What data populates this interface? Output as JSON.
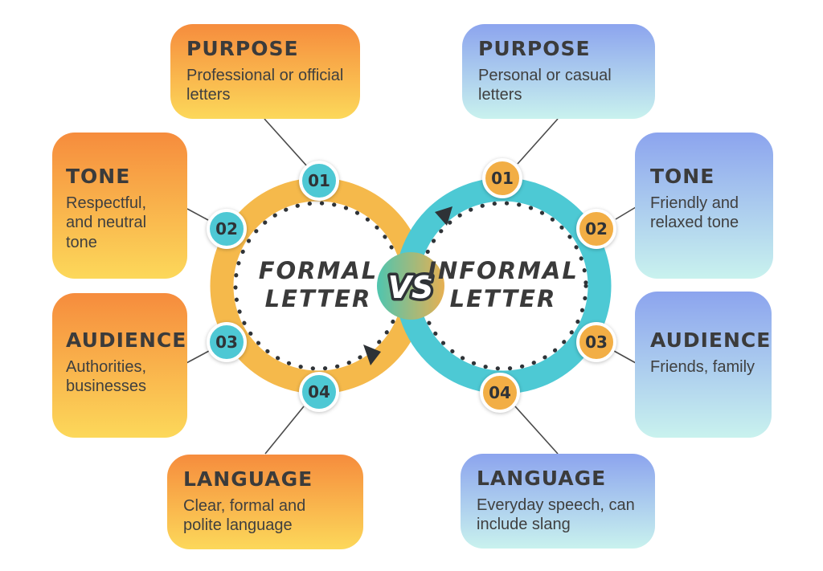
{
  "page": {
    "background": "#ffffff"
  },
  "center": {
    "vs_label": "VS",
    "left_circle": {
      "line1": "FORMAL",
      "line2": "LETTER",
      "ring_color": "#f5b94b"
    },
    "right_circle": {
      "line1": "INFORMAL",
      "line2": "LETTER",
      "ring_color": "#4dc9d4"
    },
    "vs_gradient": {
      "left": "#4fc5af",
      "right": "#e6b052"
    }
  },
  "left_column": {
    "theme": "formal-letter",
    "card_gradient_top": "#f68c3d",
    "card_gradient_bottom": "#fcd85a",
    "badge_color": "#4ec8d4",
    "cards": [
      {
        "number": "01",
        "title": "PURPOSE",
        "body": "Professional or official letters"
      },
      {
        "number": "02",
        "title": "TONE",
        "body": "Respectful, and neutral tone"
      },
      {
        "number": "03",
        "title": "AUDIENCE",
        "body": "Authorities, businesses"
      },
      {
        "number": "04",
        "title": "LANGUAGE",
        "body": "Clear, formal and polite language"
      }
    ]
  },
  "right_column": {
    "theme": "informal-letter",
    "card_gradient_top": "#8ca4ee",
    "card_gradient_bottom": "#c9f2ee",
    "badge_color": "#f2ae45",
    "cards": [
      {
        "number": "01",
        "title": "PURPOSE",
        "body": "Personal or casual letters"
      },
      {
        "number": "02",
        "title": "TONE",
        "body": "Friendly and relaxed tone"
      },
      {
        "number": "03",
        "title": "AUDIENCE",
        "body": "Friends, family"
      },
      {
        "number": "04",
        "title": "LANGUAGE",
        "body": "Everyday speech, can include slang"
      }
    ]
  }
}
